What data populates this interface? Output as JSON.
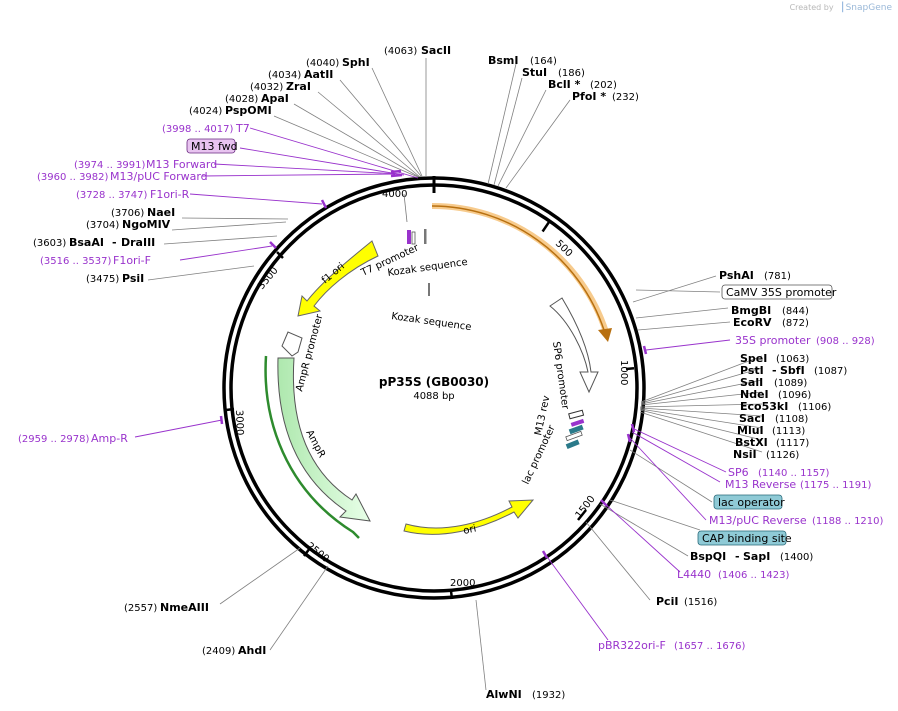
{
  "credit": {
    "prefix": "Created by",
    "brand": "SnapGene"
  },
  "plasmid": {
    "name": "pP35S (GB0030)",
    "length_label": "4088 bp",
    "length": 4088
  },
  "colors": {
    "backbone": "#000000",
    "site_line": "#808080",
    "primer": "#9933cc",
    "promoter_fill": "#ffffff",
    "cds_fill": "#ccffcc",
    "cds_stroke": "#2e8b2e",
    "ori_fill": "#ffff00",
    "primer_feature": "#e8c4f0",
    "protein_bind": "#8fcad6",
    "highlight": "#f0a030"
  },
  "ticks": [
    {
      "label": "500"
    },
    {
      "label": "1000"
    },
    {
      "label": "1500"
    },
    {
      "label": "2000"
    },
    {
      "label": "2500"
    },
    {
      "label": "3000"
    },
    {
      "label": "3500"
    },
    {
      "label": "4000"
    }
  ],
  "features": [
    {
      "name": "T7 promoter",
      "label": "T7 promoter"
    },
    {
      "name": "Kozak sequence",
      "label": "Kozak sequence"
    },
    {
      "name": "Kozak sequence 2",
      "label": "Kozak sequence"
    },
    {
      "name": "f1 ori",
      "label": "f1 ori"
    },
    {
      "name": "AmpR promoter",
      "label": "AmpR promoter"
    },
    {
      "name": "AmpR",
      "label": "AmpR"
    },
    {
      "name": "ori",
      "label": "ori"
    },
    {
      "name": "SP6 promoter",
      "label": "SP6 promoter"
    },
    {
      "name": "M13 rev",
      "label": "M13 rev"
    },
    {
      "name": "lac promoter",
      "label": "lac promoter"
    }
  ],
  "sites": [
    {
      "name": "SacII",
      "pos": "(4063)"
    },
    {
      "name": "SphI",
      "pos": "(4040)"
    },
    {
      "name": "AatII",
      "pos": "(4034)"
    },
    {
      "name": "ZraI",
      "pos": "(4032)"
    },
    {
      "name": "ApaI",
      "pos": "(4028)"
    },
    {
      "name": "PspOMI",
      "pos": "(4024)"
    },
    {
      "name": "NaeI",
      "pos": "(3706)"
    },
    {
      "name": "NgoMIV",
      "pos": "(3704)"
    },
    {
      "name": "BsaAI",
      "name2": "DraIII",
      "pos": "(3603)"
    },
    {
      "name": "PsiI",
      "pos": "(3475)"
    },
    {
      "name": "NmeAIII",
      "pos": "(2557)"
    },
    {
      "name": "AhdI",
      "pos": "(2409)"
    },
    {
      "name": "AlwNI",
      "pos": "(1932)"
    },
    {
      "name": "PciI",
      "pos": "(1516)"
    },
    {
      "name": "BspQI",
      "name2": "SapI",
      "pos": "(1400)"
    },
    {
      "name": "NsiI",
      "pos": "(1126)"
    },
    {
      "name": "BstXI",
      "pos": "(1117)"
    },
    {
      "name": "MluI",
      "pos": "(1113)"
    },
    {
      "name": "SacI",
      "pos": "(1108)"
    },
    {
      "name": "Eco53kI",
      "pos": "(1106)"
    },
    {
      "name": "NdeI",
      "pos": "(1096)"
    },
    {
      "name": "SalI",
      "pos": "(1089)"
    },
    {
      "name": "PstI",
      "name2": "SbfI",
      "pos": "(1087)"
    },
    {
      "name": "SpeI",
      "pos": "(1063)"
    },
    {
      "name": "EcoRV",
      "pos": "(872)"
    },
    {
      "name": "BmgBI",
      "pos": "(844)"
    },
    {
      "name": "PshAI",
      "pos": "(781)"
    },
    {
      "name": "BsmI",
      "pos": "(164)"
    },
    {
      "name": "StuI",
      "pos": "(186)"
    },
    {
      "name": "BclI *",
      "pos": "(202)"
    },
    {
      "name": "PfoI *",
      "pos": "(232)"
    }
  ],
  "primers": [
    {
      "name": "T7",
      "range": "(3998 .. 4017)"
    },
    {
      "name": "M13 Forward",
      "range": "(3974 .. 3991)"
    },
    {
      "name": "M13/pUC Forward",
      "range": "(3960 .. 3982)"
    },
    {
      "name": "F1ori-R",
      "range": "(3728 .. 3747)"
    },
    {
      "name": "F1ori-F",
      "range": "(3516 .. 3537)"
    },
    {
      "name": "Amp-R",
      "range": "(2959 .. 2978)"
    },
    {
      "name": "pBR322ori-F",
      "range": "(1657 .. 1676)"
    },
    {
      "name": "L4440",
      "range": "(1406 .. 1423)"
    },
    {
      "name": "M13/pUC Reverse",
      "range": "(1188 .. 1210)"
    },
    {
      "name": "M13 Reverse",
      "range": "(1175 .. 1191)"
    },
    {
      "name": "SP6",
      "range": "(1140 .. 1157)"
    },
    {
      "name": "35S promoter",
      "range": "(908 .. 928)"
    }
  ],
  "boxes": [
    {
      "name": "M13 fwd",
      "label": "M13 fwd"
    },
    {
      "name": "CaMV 35S promoter",
      "label": "CaMV 35S promoter"
    },
    {
      "name": "lac operator",
      "label": "lac operator"
    },
    {
      "name": "CAP binding site",
      "label": "CAP binding site"
    }
  ]
}
